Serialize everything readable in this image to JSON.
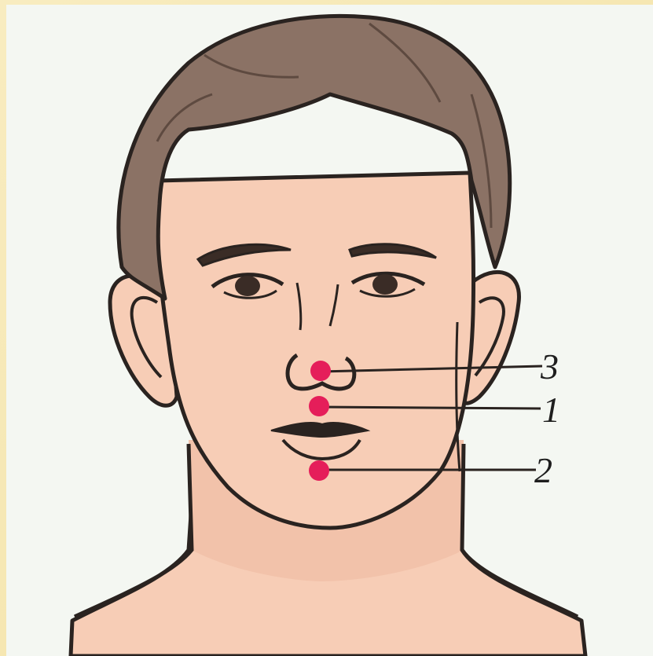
{
  "diagram": {
    "labels": [
      {
        "id": "3",
        "text": "3",
        "point": "nose-base"
      },
      {
        "id": "1",
        "text": "1",
        "point": "upper-lip"
      },
      {
        "id": "2",
        "text": "2",
        "point": "chin"
      }
    ]
  },
  "colors": {
    "skin": "#f7cdb6",
    "hair": "#8b7265",
    "outline": "#2a2320",
    "point": "#e51e5a",
    "frame": "#f3e2a4",
    "panel": "#f4f7f2"
  }
}
